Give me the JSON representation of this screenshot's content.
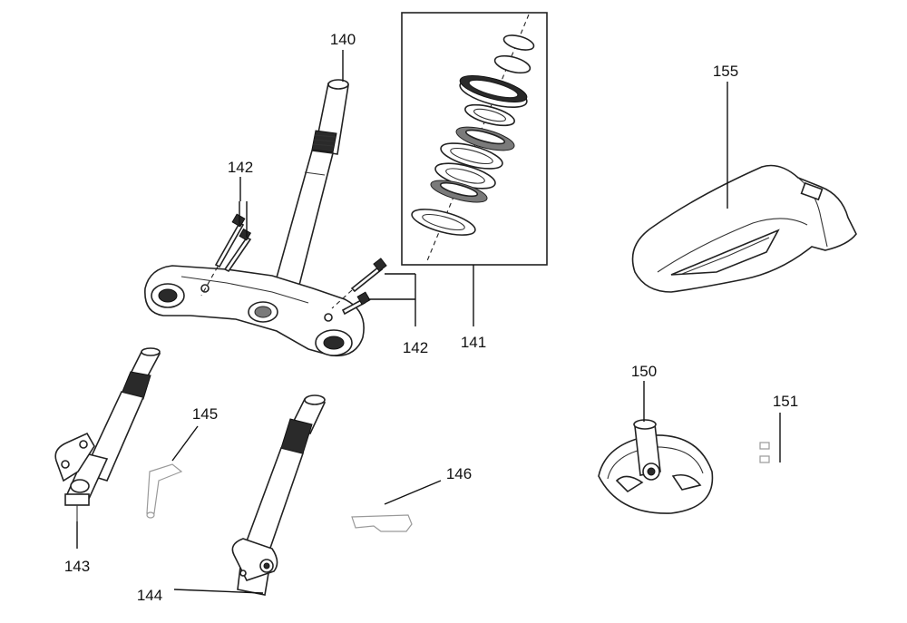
{
  "labels": {
    "p140": "140",
    "p141": "141",
    "p142a": "142",
    "p142b": "142",
    "p143": "143",
    "p144": "144",
    "p145": "145",
    "p146": "146",
    "p150": "150",
    "p151": "151",
    "p155": "155"
  }
}
